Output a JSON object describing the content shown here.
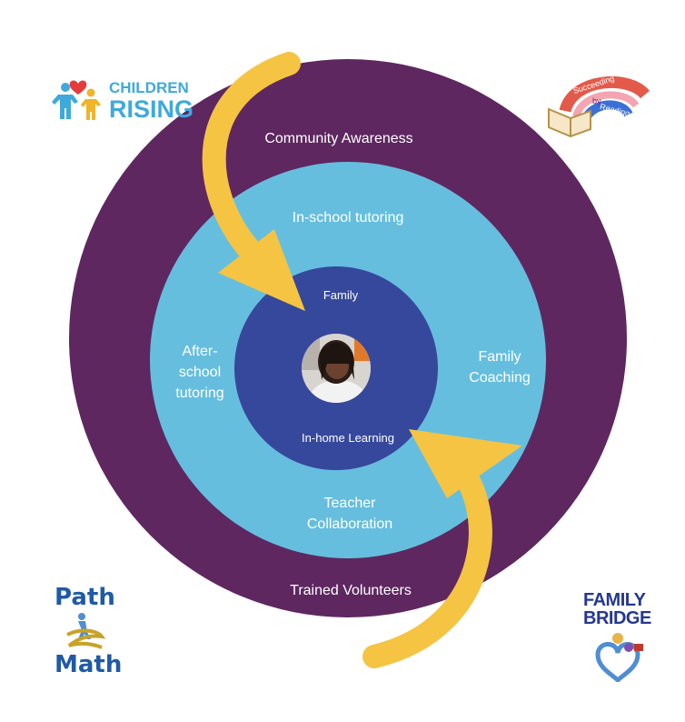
{
  "rings": {
    "outer": {
      "color": "#5e2760",
      "label": "Community Awareness",
      "label_bottom": "Trained Volunteers"
    },
    "middle": {
      "color": "#66bedf",
      "label_top": "In-school tutoring",
      "label_left": [
        "After-",
        "school",
        "tutoring"
      ],
      "label_right": [
        "Family",
        "Coaching"
      ],
      "label_bottom": [
        "Teacher",
        "Collaboration"
      ]
    },
    "inner": {
      "color": "#36489c",
      "label_top": "Family",
      "label_bottom": "In-home Learning"
    }
  },
  "arrow_color": "#f5c443",
  "center_photo": {
    "icon": "child-photo"
  },
  "logos": {
    "children_rising": {
      "line1": "CHILDREN",
      "line2": "RISING",
      "icon": "family-figures-heart-icon"
    },
    "succeeding_by_reading": {
      "text": [
        "Succeeding",
        "by",
        "Reading"
      ],
      "icon": "open-book-rainbow-icon"
    },
    "path_to_math": {
      "line1": "Path",
      "line2": "Math",
      "icon": "walking-figure-path-icon"
    },
    "family_bridge": {
      "line1": "FAMILY",
      "line2": "BRIDGE",
      "icon": "family-heart-icon"
    }
  }
}
